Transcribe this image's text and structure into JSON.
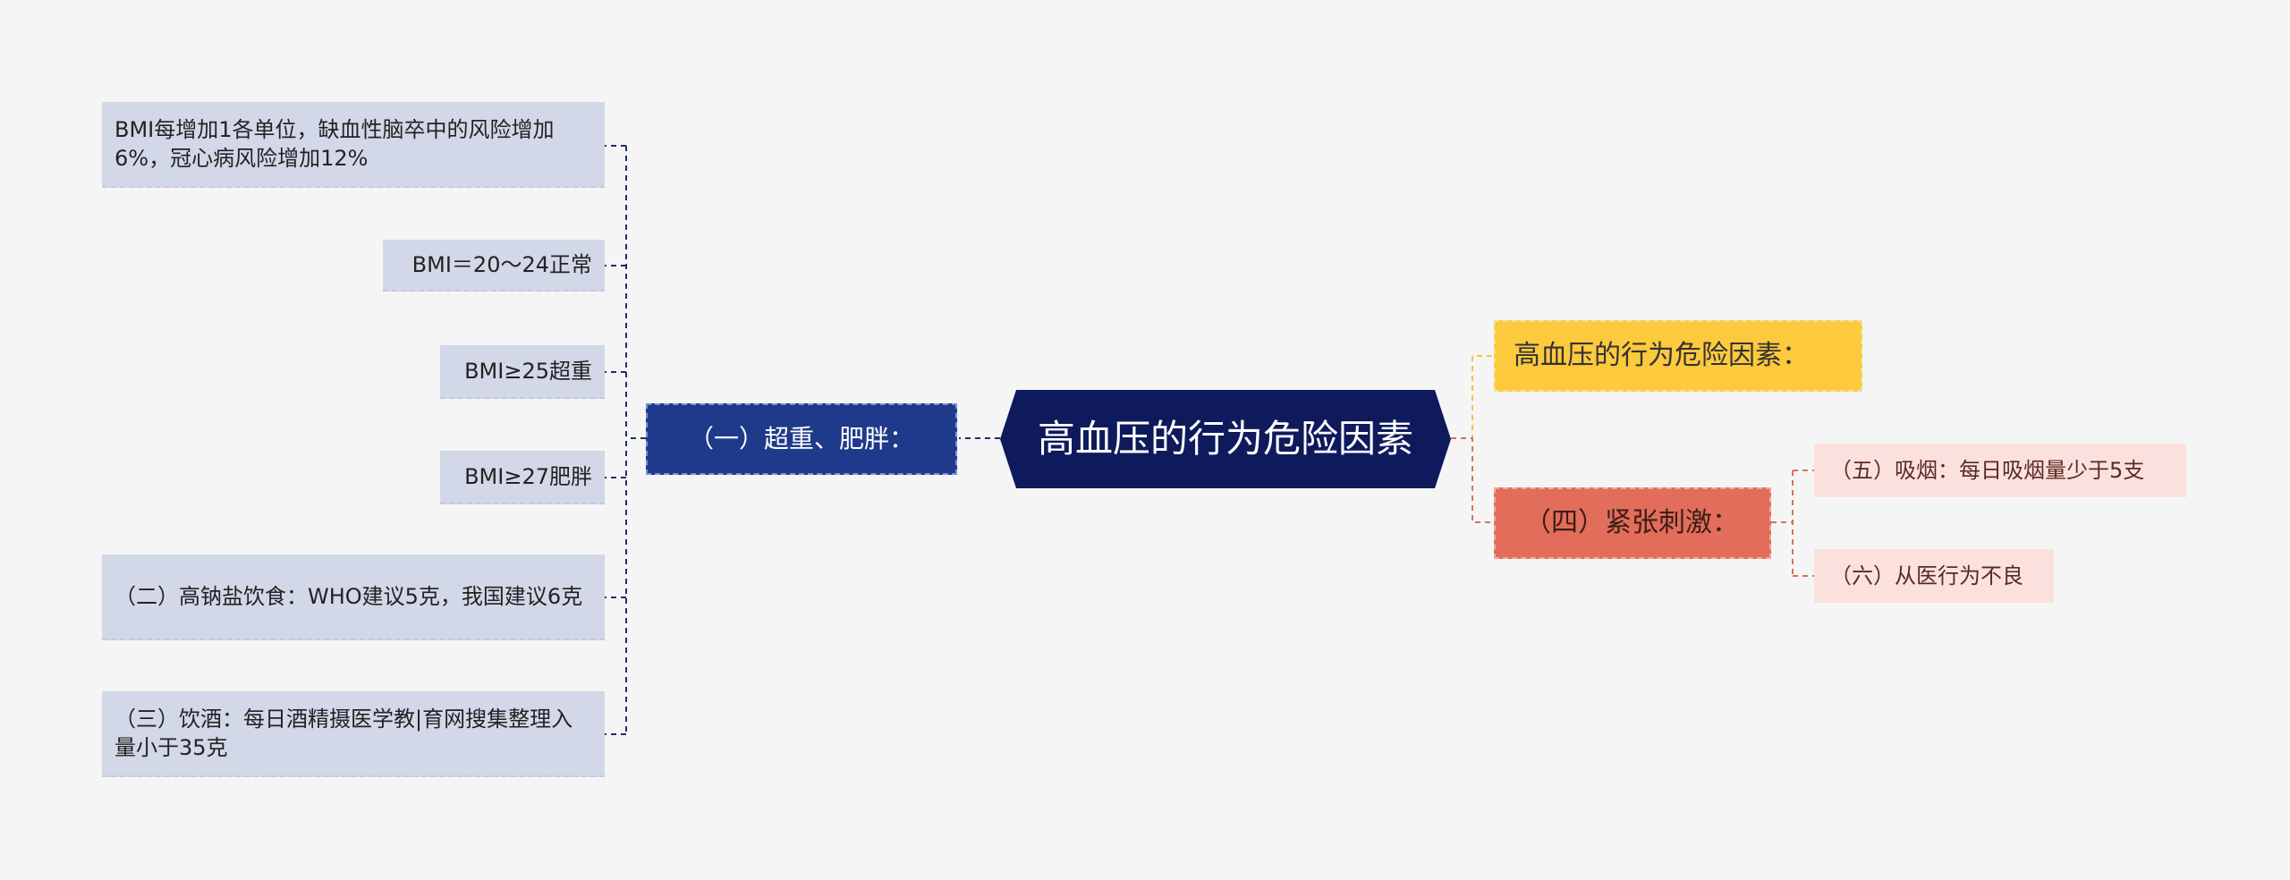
{
  "root": {
    "label": "高血压的行为危险因素"
  },
  "left_branch": {
    "label": "（一）超重、肥胖：",
    "children": [
      {
        "label": "BMI每增加1各单位，缺血性脑卒中的风险增加6%，冠心病风险增加12%"
      },
      {
        "label": "BMI＝20～24正常"
      },
      {
        "label": "BMI≥25超重"
      },
      {
        "label": "BMI≥27肥胖"
      }
    ]
  },
  "left_extra": [
    {
      "label": "（二）高钠盐饮食：WHO建议5克，我国建议6克"
    },
    {
      "label": "（三）饮酒：每日酒精摄医学教|育网搜集整理入量小于35克"
    }
  ],
  "right_branches": [
    {
      "label": "高血压的行为危险因素："
    },
    {
      "label": "（四）紧张刺激：",
      "children": [
        {
          "label": "（五）吸烟：每日吸烟量少于5支"
        },
        {
          "label": "（六）从医行为不良"
        }
      ]
    }
  ],
  "colors": {
    "background": "#f5f5f5",
    "root": "#0f1a5c",
    "left_branch": "#1f3a8a",
    "left_leaf": "#d3d8e8",
    "yellow_branch": "#fdc93d",
    "red_branch": "#e26d5a",
    "red_leaf": "#fbe1dd",
    "connector_left": "#1f2e6b",
    "connector_yellow": "#f5c242",
    "connector_red": "#d9705e"
  }
}
